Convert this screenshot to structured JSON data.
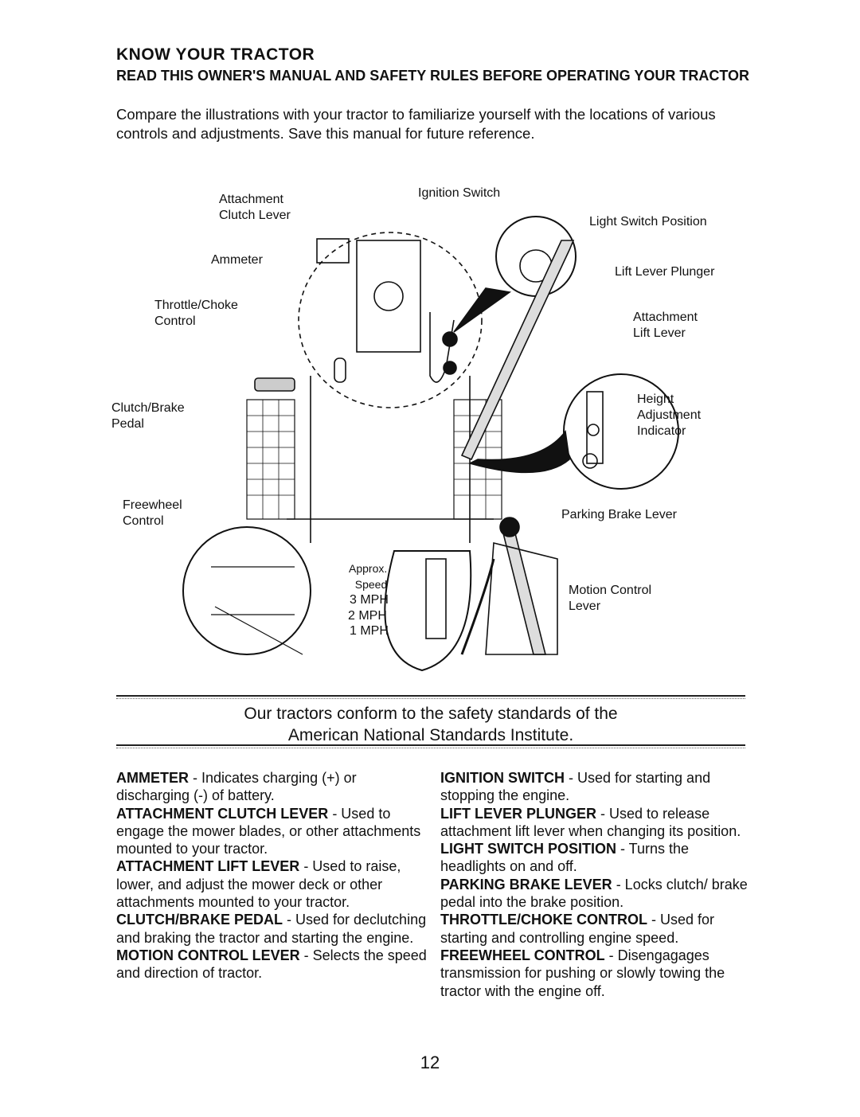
{
  "heading": "KNOW YOUR TRACTOR",
  "subheading": "READ THIS OWNER'S MANUAL AND SAFETY RULES BEFORE OPERATING YOUR TRACTOR",
  "intro": "Compare the illustrations with your tractor to familiarize yourself with the locations of various controls and adjustments. Save this manual for future reference.",
  "figure": {
    "labels": {
      "attachment_clutch_lever": "Attachment\nClutch Lever",
      "ignition_switch": "Ignition Switch",
      "light_switch_position": "Light Switch Position",
      "ammeter": "Ammeter",
      "lift_lever_plunger": "Lift Lever Plunger",
      "throttle_choke_control": "Throttle/Choke\nControl",
      "attachment_lift_lever": "Attachment\nLift Lever",
      "clutch_brake_pedal": "Clutch/Brake\nPedal",
      "height_adjustment_indicator": "Height\nAdjustment\nIndicator",
      "freewheel_control": "Freewheel\nControl",
      "parking_brake_lever": "Parking Brake Lever",
      "approx_speed": "Approx.\nSpeed",
      "speed_3": "3 MPH",
      "speed_2": "2 MPH",
      "speed_1": "1 MPH",
      "motion_control_lever": "Motion Control\nLever"
    }
  },
  "standards_note": "Our tractors conform to the safety standards of the\nAmerican National Standards Institute.",
  "definitions_left": [
    {
      "term": "AMMETER",
      "text": " - Indicates charging (+) or discharging (-) of battery."
    },
    {
      "term": "ATTACHMENT CLUTCH LEVER",
      "text": " - Used to engage the mower blades, or other attachments mounted to your tractor."
    },
    {
      "term": "ATTACHMENT LIFT LEVER",
      "text": " - Used to raise, lower, and adjust the mower deck or other attachments mounted to your tractor."
    },
    {
      "term": "CLUTCH/BRAKE PEDAL",
      "text": " - Used for declutching and braking the tractor and starting the engine."
    },
    {
      "term": "MOTION CONTROL LEVER",
      "text": " - Selects the speed and direction of tractor."
    }
  ],
  "definitions_right": [
    {
      "term": "IGNITION SWITCH",
      "text": " - Used for starting and stopping the engine."
    },
    {
      "term": "LIFT LEVER PLUNGER",
      "text": " - Used to release attachment lift lever when changing its position."
    },
    {
      "term": "LIGHT SWITCH POSITION",
      "text": " - Turns the headlights on and off."
    },
    {
      "term": "PARKING BRAKE LEVER",
      "text": " - Locks clutch/ brake pedal into the brake position."
    },
    {
      "term": "THROTTLE/CHOKE CONTROL",
      "text": " - Used for starting and controlling engine speed."
    },
    {
      "term": "FREEWHEEL CONTROL",
      "text": " - Disengagages transmission for pushing or slowly towing the tractor with the engine off."
    }
  ],
  "page_number": "12"
}
